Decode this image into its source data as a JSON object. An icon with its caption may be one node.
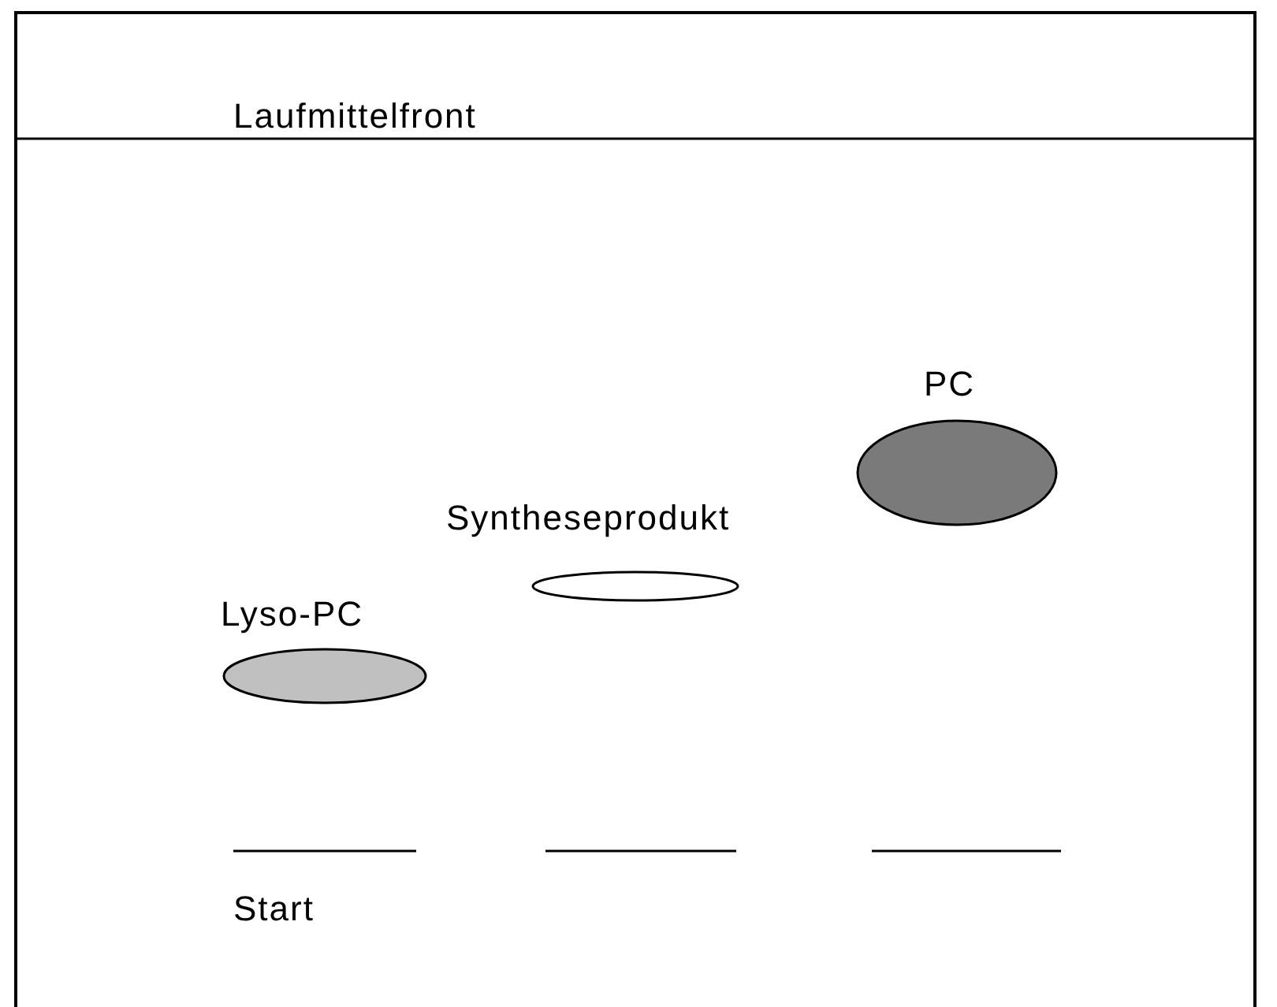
{
  "diagram": {
    "nodes": [
      {
        "text": [
          "Lyso-PC"
        ]
      },
      {
        "text": [
          "Syntheseprodukt"
        ]
      },
      {
        "text": [
          "PC"
        ]
      }
    ],
    "labels": [
      "Laufmittelfront",
      "Start"
    ]
  }
}
